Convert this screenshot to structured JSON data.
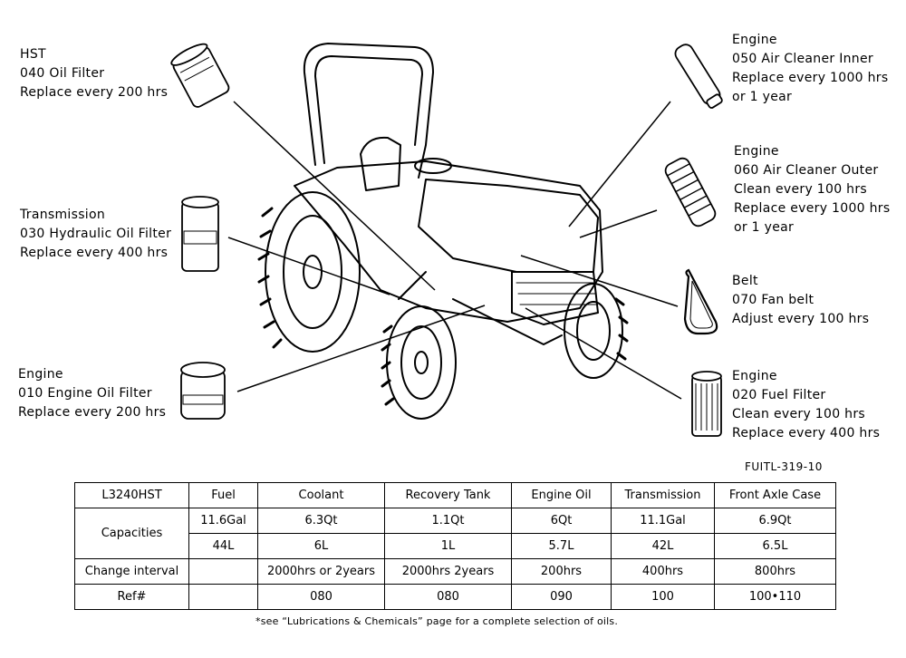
{
  "callouts": {
    "hst": {
      "category": "HST",
      "part": "040 Oil Filter",
      "action": "Replace every 200 hrs"
    },
    "air_inner": {
      "category": "Engine",
      "part": "050 Air Cleaner Inner",
      "action": "Replace every 1000 hrs",
      "action2": "or 1 year"
    },
    "air_outer": {
      "category": "Engine",
      "part": "060 Air Cleaner Outer",
      "action": "Clean every 100 hrs",
      "action2": "Replace every 1000 hrs",
      "action3": "or 1 year"
    },
    "transmission": {
      "category": "Transmission",
      "part": "030 Hydraulic Oil Filter",
      "action": "Replace every 400 hrs"
    },
    "belt": {
      "category": "Belt",
      "part": "070 Fan belt",
      "action": "Adjust every 100 hrs"
    },
    "engine_oil": {
      "category": "Engine",
      "part": "010 Engine Oil Filter",
      "action": "Replace every 200 hrs"
    },
    "fuel_filter": {
      "category": "Engine",
      "part": "020 Fuel Filter",
      "action": "Clean every 100 hrs",
      "action2": "Replace every 400 hrs"
    }
  },
  "figure_code": "FUITL-319-10",
  "table": {
    "model": "L3240HST",
    "columns": [
      "Fuel",
      "Coolant",
      "Recovery Tank",
      "Engine Oil",
      "Transmission",
      "Front Axle Case"
    ],
    "capacities_label": "Capacities",
    "capacities_us": [
      "11.6Gal",
      "6.3Qt",
      "1.1Qt",
      "6Qt",
      "11.1Gal",
      "6.9Qt"
    ],
    "capacities_metric": [
      "44L",
      "6L",
      "1L",
      "5.7L",
      "42L",
      "6.5L"
    ],
    "change_label": "Change interval",
    "change_interval": [
      "",
      "2000hrs or 2years",
      "2000hrs 2years",
      "200hrs",
      "400hrs",
      "800hrs"
    ],
    "ref_label": "Ref#",
    "ref": [
      "",
      "080",
      "080",
      "090",
      "100",
      "100•110"
    ]
  },
  "footnote": "*see “Lubrications & Chemicals” page for a complete selection of oils."
}
